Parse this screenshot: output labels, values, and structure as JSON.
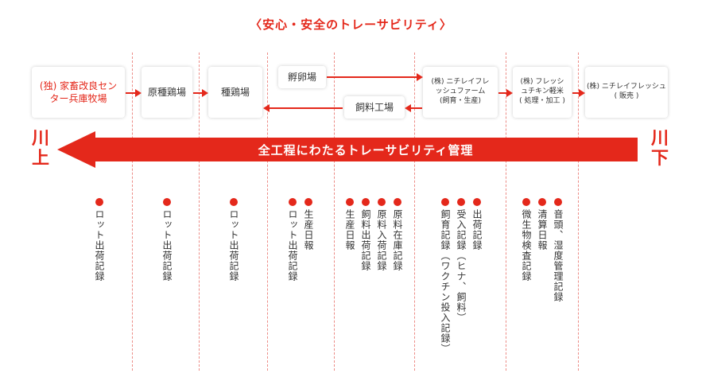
{
  "title": "〈安心・安全のトレーサビリティ〉",
  "boxes": {
    "center": "(独) 家畜改良センター兵庫牧場",
    "parent_farm": "原種鶏場",
    "breeder_farm": "種鶏場",
    "hatchery": "孵卵場",
    "feed_mill": "飼料工場",
    "farm": "(株) ニチレイフレッシュファーム",
    "farm_sub": "(飼育・生産)",
    "process": "(株) フレッシュチキン軽米",
    "process_sub": "( 処理・加工 )",
    "sales": "(株) ニチレイフレッシュ",
    "sales_sub": "( 販売 )"
  },
  "banner": "全工程にわたるトレーサビリティ管理",
  "upstream": "川上",
  "downstream": "川下",
  "records": [
    "ロット出荷記録",
    "ロット出荷記録",
    "ロット出荷記録",
    "ロット出荷記録",
    "生産日報",
    "生産日報",
    "飼料出荷記録",
    "原料入荷記録",
    "原料在庫記録",
    "飼育記録（ワクチン投入記録）",
    "受入記録（ヒナ、飼料）",
    "出荷記録",
    "微生物検査記録",
    "清算日報",
    "音頭、湿度管理記録"
  ],
  "colors": {
    "accent": "#e4281b",
    "divider": "#ec8c86"
  }
}
